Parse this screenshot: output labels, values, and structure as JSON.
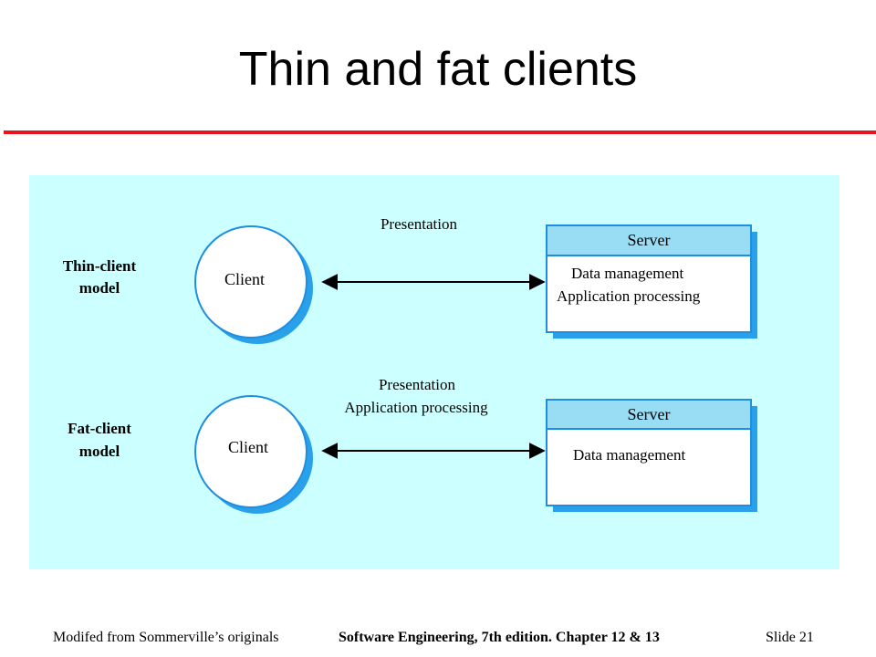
{
  "title": "Thin and fat clients",
  "diagram": {
    "thin": {
      "model_label_line1": "Thin-client",
      "model_label_line2": "model",
      "client_label": "Client",
      "link_labels": [
        "Presentation"
      ],
      "server_header": "Server",
      "server_items": [
        "Data management",
        "Application processing"
      ]
    },
    "fat": {
      "model_label_line1": "Fat-client",
      "model_label_line2": "model",
      "client_label": "Client",
      "link_labels": [
        "Presentation",
        "Application processing"
      ],
      "server_header": "Server",
      "server_items": [
        "Data management"
      ]
    }
  },
  "footer": {
    "left": "Modifed from Sommerville’s originals",
    "center": "Software Engineering, 7th edition. Chapter 12 & 13",
    "right": "Slide  21"
  },
  "colors": {
    "title_rule": "#e8141d",
    "diagram_background": "#ccffff",
    "outline_blue": "#1f8ee0",
    "server_header_fill": "#99ddf5",
    "shadow_blue": "#29a0ea"
  }
}
